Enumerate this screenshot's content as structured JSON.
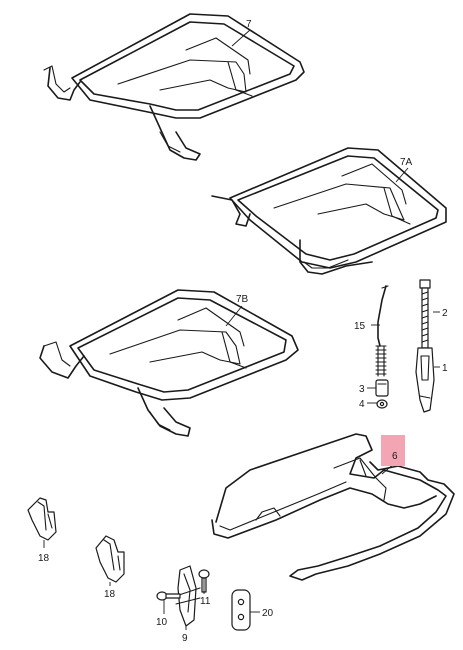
{
  "callouts": {
    "c7": "7",
    "c7a": "7A",
    "c7b": "7B",
    "c6": "6",
    "c1": "1",
    "c2": "2",
    "c3": "3",
    "c4": "4",
    "c15": "15",
    "c18a": "18",
    "c18b": "18",
    "c9": "9",
    "c10": "10",
    "c11": "11",
    "c20": "20"
  },
  "highlight_color": "#f4a5b4"
}
